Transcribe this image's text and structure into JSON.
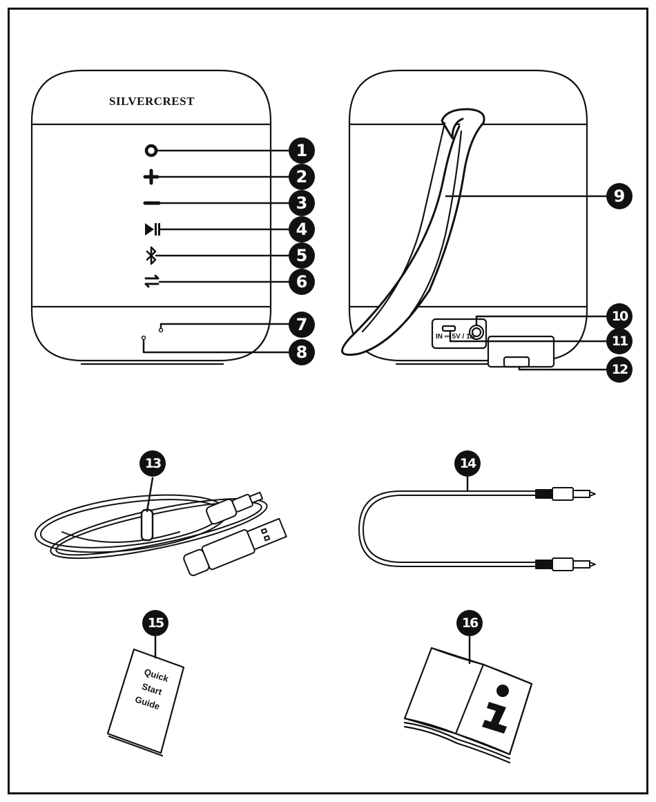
{
  "brand": "SILVERCREST",
  "ports_label": "IN ⎓ 5V / 1A",
  "guide_lines": [
    "Quick",
    "Start",
    "Guide"
  ],
  "callouts": [
    "1",
    "2",
    "3",
    "4",
    "5",
    "6",
    "7",
    "8",
    "9",
    "10",
    "11",
    "12",
    "13",
    "14",
    "15",
    "16"
  ],
  "icons": [
    "power-icon",
    "volume-up-icon",
    "volume-down-icon",
    "play-pause-icon",
    "bluetooth-icon",
    "mode-switch-icon",
    "info-icon"
  ],
  "colors": {
    "stroke": "#111111",
    "fill": "#ffffff"
  }
}
